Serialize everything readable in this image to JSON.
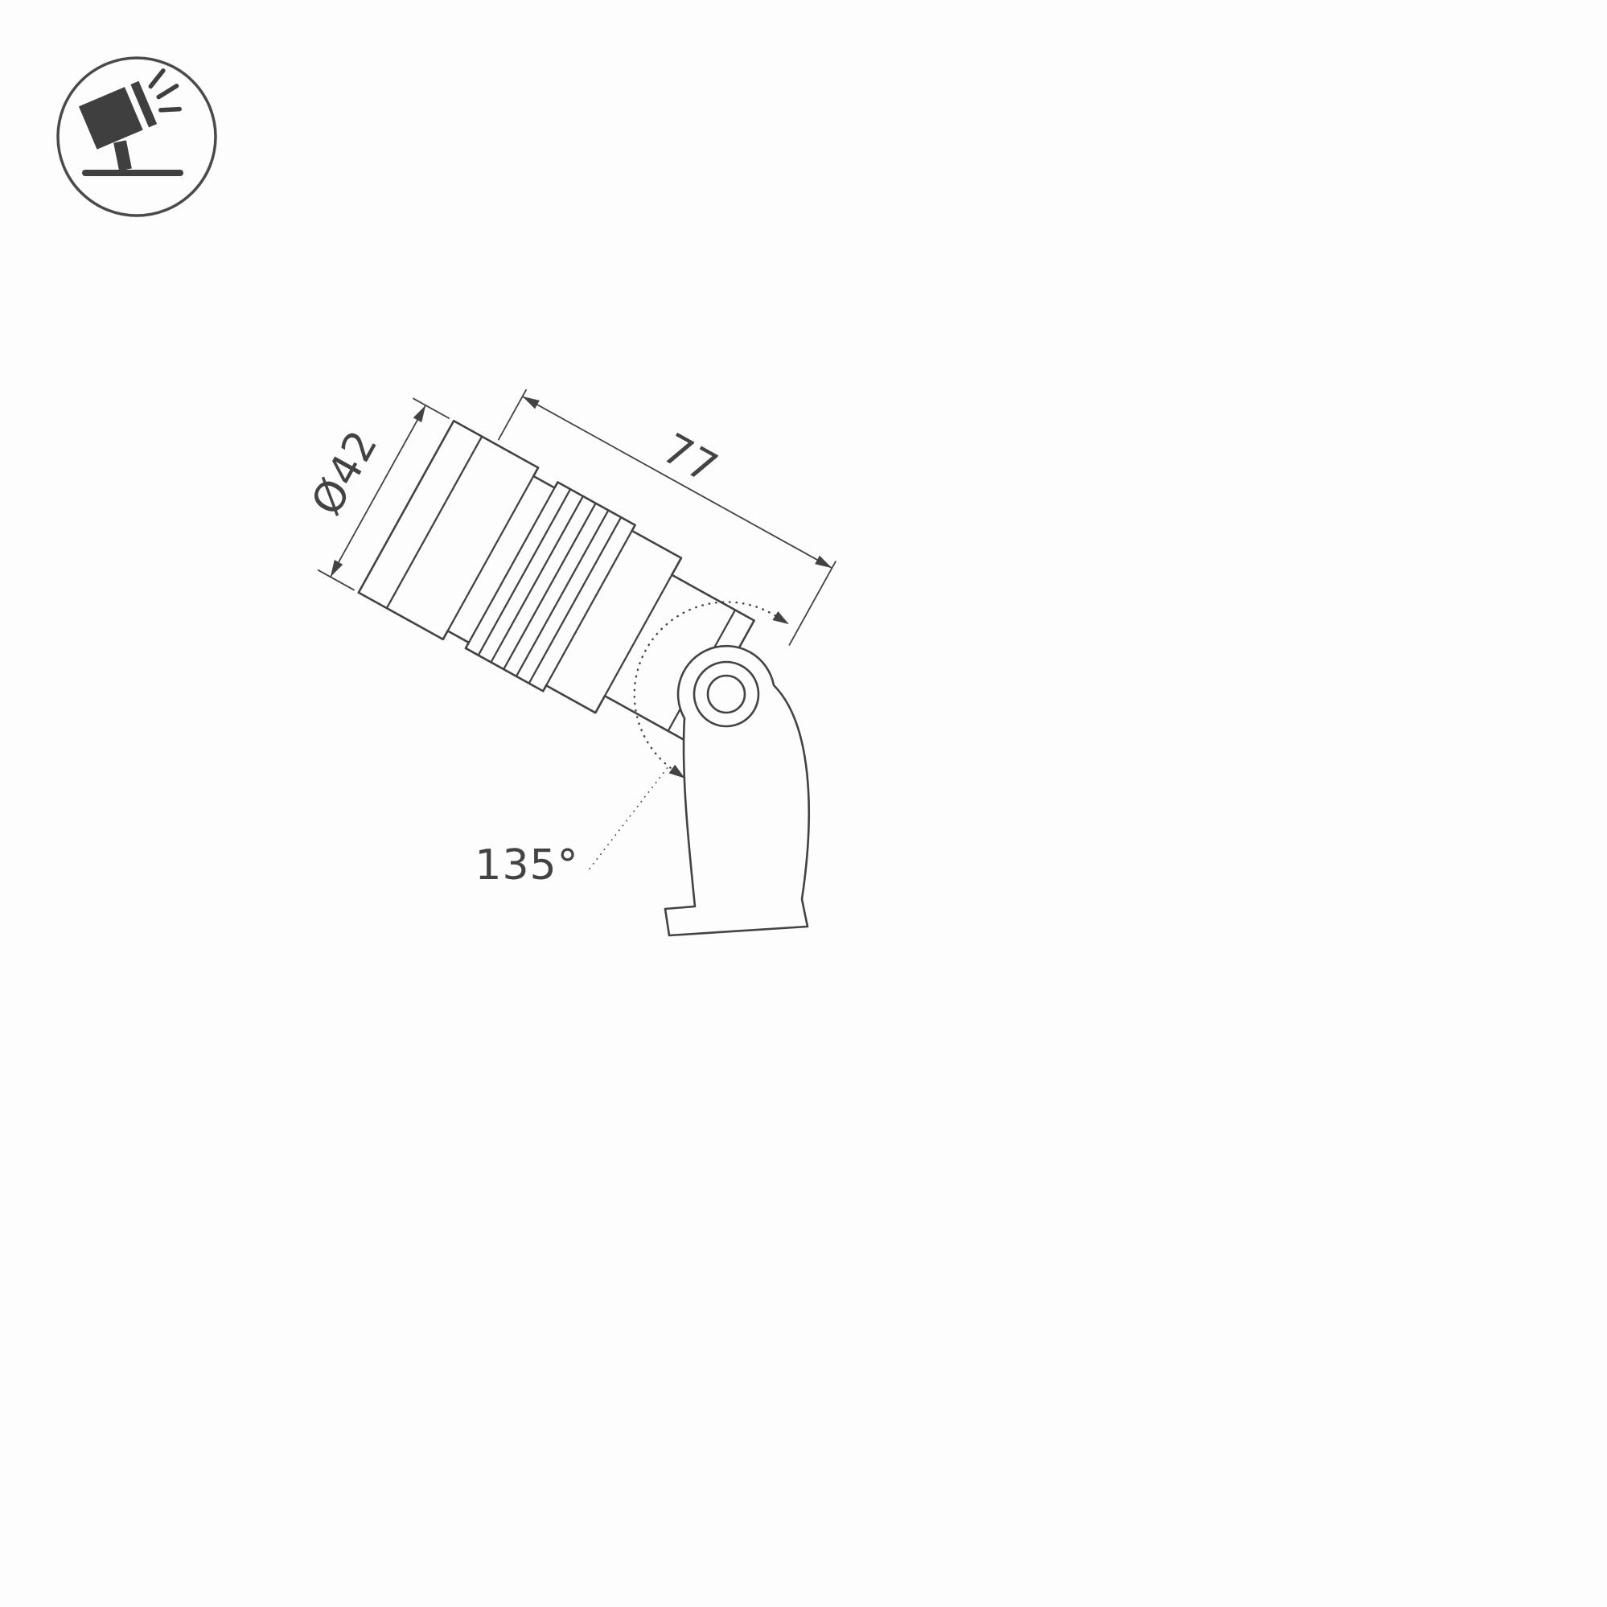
{
  "page": {
    "background_color": "#fdfdfd",
    "line_color": "#434343"
  },
  "corner_icon": {
    "name": "tilted-spotlight-on-stand-icon"
  },
  "drawing": {
    "type": "technical-diagram",
    "subject": "adjustable spotlight luminaire, side elevation with dimensions",
    "labels": {
      "diameter": "Ø42",
      "length": "77",
      "rotation_angle": "135°"
    },
    "values": {
      "diameter_mm": 42,
      "length_mm": 77,
      "rotation_angle_deg": 135
    }
  }
}
